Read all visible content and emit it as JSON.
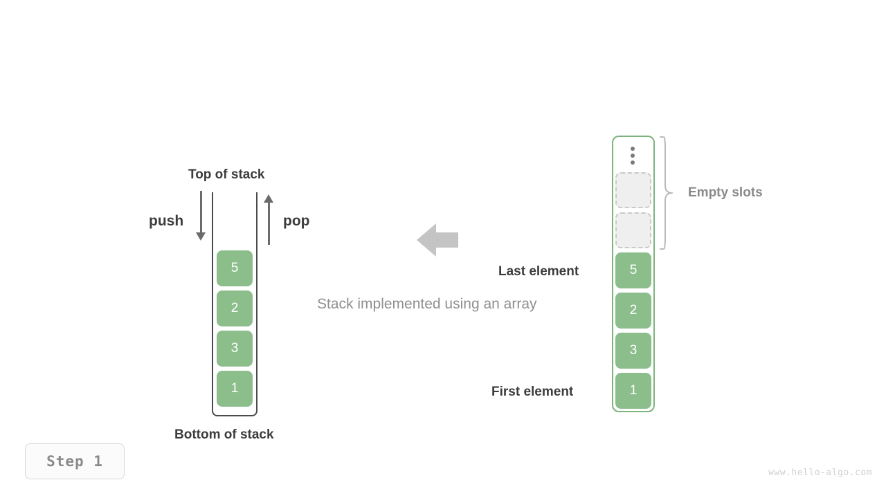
{
  "diagram": {
    "caption": "Stack implemented using an array",
    "transform_arrow_icon": "arrow-left-icon"
  },
  "stack": {
    "top_label": "Top of stack",
    "bottom_label": "Bottom of stack",
    "push_label": "push",
    "pop_label": "pop",
    "push_arrow_icon": "arrow-down-icon",
    "pop_arrow_icon": "arrow-up-icon",
    "values": [
      "5",
      "2",
      "3",
      "1"
    ]
  },
  "array": {
    "ellipsis_icon": "vertical-ellipsis-icon",
    "brace_icon": "curly-brace-icon",
    "empty_slots_label": "Empty slots",
    "last_element_label": "Last element",
    "first_element_label": "First element",
    "empty_slot_count": 2,
    "values": [
      "5",
      "2",
      "3",
      "1"
    ]
  },
  "footer": {
    "step_label": "Step 1",
    "watermark": "www.hello-algo.com"
  },
  "colors": {
    "element_fill": "#8cbe8c",
    "array_border": "#7cb37c",
    "stack_border": "#4a4a4a",
    "empty_fill": "#efefef",
    "empty_border": "#c9c9c9",
    "arrow_gray": "#c4c4c4",
    "text_dark": "#3c3c3c",
    "text_gray": "#8f8f8f"
  }
}
